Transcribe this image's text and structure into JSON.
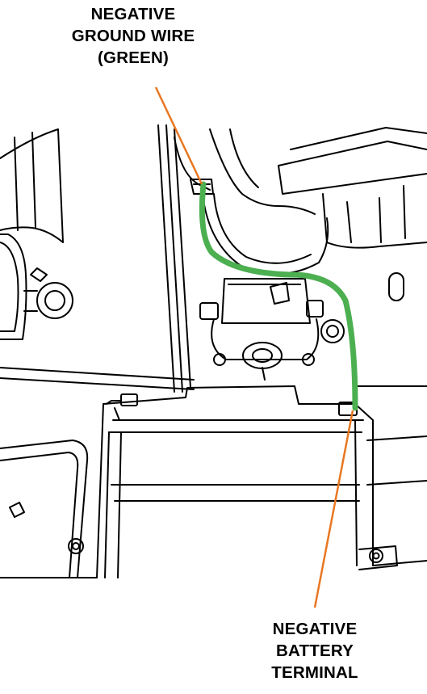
{
  "callouts": {
    "ground_wire": {
      "lines": [
        "NEGATIVE",
        "GROUND WIRE",
        "(GREEN)"
      ]
    },
    "battery_terminal": {
      "lines": [
        "NEGATIVE",
        "BATTERY",
        "TERMINAL"
      ]
    }
  },
  "colors": {
    "wire": "#4caf50",
    "leader": "#e87722",
    "linework": "#000000"
  }
}
